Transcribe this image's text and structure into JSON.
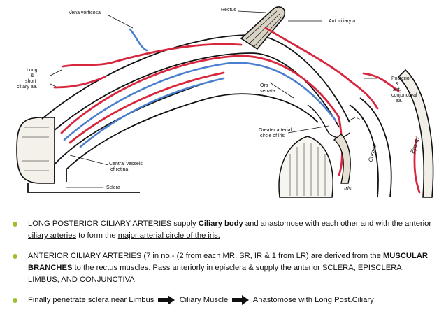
{
  "diagram": {
    "labels": {
      "vena_vorticosa": "Vena vorticosa",
      "rectus": "Rectus",
      "ant_ciliary": "Ant. ciliary a.",
      "long_short_1": "Long",
      "long_short_2": "&",
      "long_short_3": "short",
      "long_short_4": "ciliary aa.",
      "ora_1": "Ora",
      "ora_2": "serrata",
      "post_1": "Posterior",
      "post_2": "&",
      "post_3": "ant.",
      "post_4": "conjunctival",
      "post_5": "aa.",
      "sv": "S.V.",
      "gac_1": "Greater arterial",
      "gac_2": "circle of iris",
      "cornea": "Cornea",
      "eyelid": "Eye lid",
      "iris": "Iris",
      "cvr_1": "Central vessels",
      "cvr_2": "of retina",
      "sclera": "Sclera"
    },
    "colors": {
      "artery": "#d7263d",
      "vein": "#4a7fd0",
      "outline": "#111111"
    }
  },
  "notes": {
    "b1": {
      "p1": "LONG POSTERIOR CILIARY ARTERIES",
      "p2": " supply ",
      "p3": "Ciliary body ",
      "p4": "and anastomose with each other and with the ",
      "p5": "anterior ciliary arteries",
      "p6": " to form the ",
      "p7": "major arterial circle of the iris."
    },
    "b2": {
      "p1": "ANTERIOR CILIARY ARTERIES (7 in no.- (2 from each MR, SR, IR & 1 from LR)",
      "p2": " are derived from the ",
      "p3": "MUSCULAR BRANCHES ",
      "p4": "to the rectus muscles. Pass anteriorly in episclera & supply the anterior ",
      "p5": "SCLERA, EPISCLERA, LIMBUS, AND CONJUNCTIVA"
    },
    "b3": {
      "p1": "Finally  penetrate sclera near Limbus",
      "p2": "Ciliary Muscle",
      "p3": "Anastomose  with Long Post.Ciliary"
    },
    "bullet_color": "#9bbf2e"
  }
}
